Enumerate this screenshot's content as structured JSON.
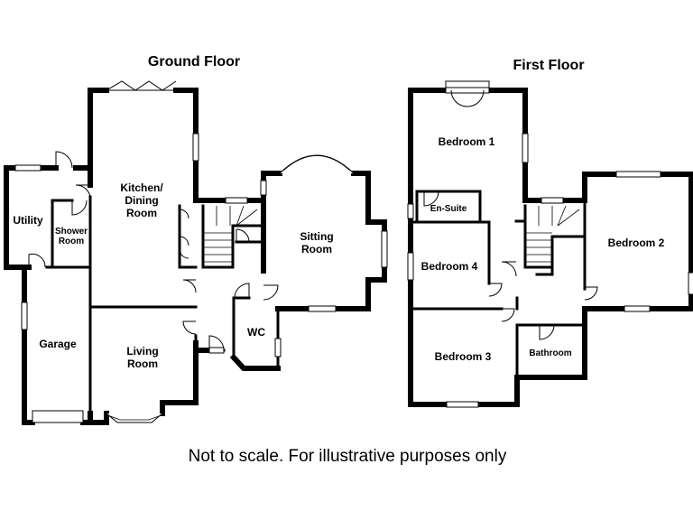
{
  "ground_floor": {
    "title": "Ground Floor",
    "rooms": {
      "utility": "Utility",
      "shower_room_1": "Shower",
      "shower_room_2": "Room",
      "kitchen_1": "Kitchen/",
      "kitchen_2": "Dining",
      "kitchen_3": "Room",
      "sitting_1": "Sitting",
      "sitting_2": "Room",
      "garage": "Garage",
      "living_1": "Living",
      "living_2": "Room",
      "wc": "WC"
    }
  },
  "first_floor": {
    "title": "First Floor",
    "rooms": {
      "bedroom1": "Bedroom 1",
      "ensuite": "En-Suite",
      "bedroom2": "Bedroom 2",
      "bedroom3": "Bedroom 3",
      "bedroom4": "Bedroom 4",
      "bathroom": "Bathroom"
    }
  },
  "footer": "Not to scale. For illustrative purposes only"
}
